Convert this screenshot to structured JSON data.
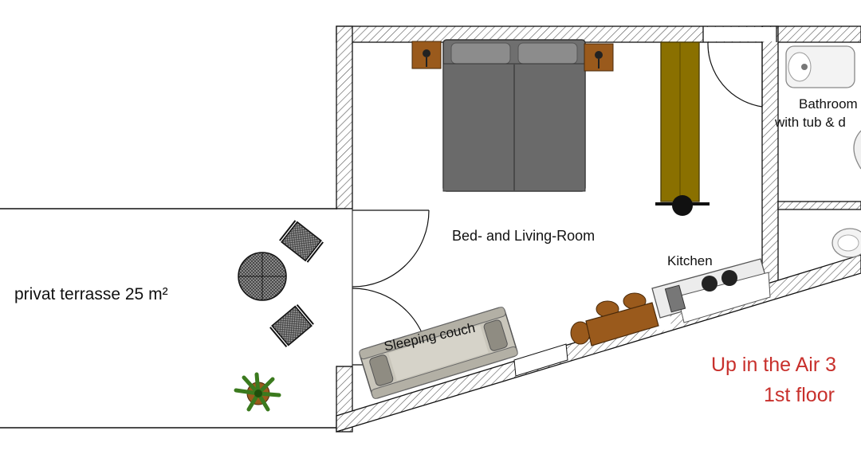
{
  "labels": {
    "terrace": "privat terrasse 25 m²",
    "room": "Bed- and Living-Room",
    "kitchen": "Kitchen",
    "bathroom_line1": "Bathroom",
    "bathroom_line2": "with tub & d",
    "couch": "Sleeping couch",
    "title": "Up in the Air 3",
    "floor": "1st floor"
  },
  "colors": {
    "wall_hatch": "#555555",
    "title_text": "#c8302c",
    "bed": "#6b6b6b",
    "wardrobe": "#8a7000",
    "nightstand": "#9a5a1c",
    "couch": "#c9c6bb",
    "table": "#9a5a1c",
    "plant": "#3b7a1e"
  },
  "icons": [
    "bed-icon",
    "nightstand-icon",
    "wardrobe-icon",
    "round-table-icon",
    "chair-icon",
    "plant-icon",
    "sink-icon",
    "toilet-icon",
    "bathtub-icon",
    "stove-icon",
    "lamp-icon",
    "door-icon"
  ]
}
